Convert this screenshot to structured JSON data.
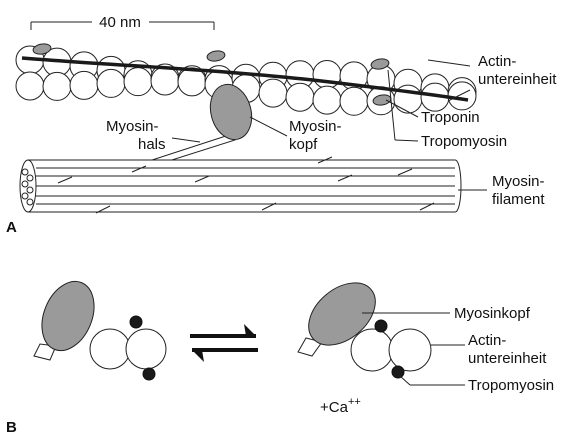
{
  "panel_a": {
    "letter": "A",
    "scale_label": "40 nm",
    "labels": {
      "actin_line1": "Actin-",
      "actin_line2": "untereinheit",
      "troponin": "Troponin",
      "tropomyosin": "Tropomyosin",
      "myosinhals_line1": "Myosin-",
      "myosinhals_line2": "hals",
      "myosinkopf_line1": "Myosin-",
      "myosinkopf_line2": "kopf",
      "filament_line1": "Myosin-",
      "filament_line2": "filament"
    }
  },
  "panel_b": {
    "letter": "B",
    "labels": {
      "myosinkopf": "Myosinkopf",
      "actin_line1": "Actin-",
      "actin_line2": "untereinheit",
      "tropomyosin": "Tropomyosin",
      "calcium_prefix": "+Ca",
      "calcium_superscript": "++"
    }
  },
  "colors": {
    "myosin_head": "#9a9a9a",
    "tropomyosin": "#1a1a1a",
    "outline": "#222222"
  }
}
